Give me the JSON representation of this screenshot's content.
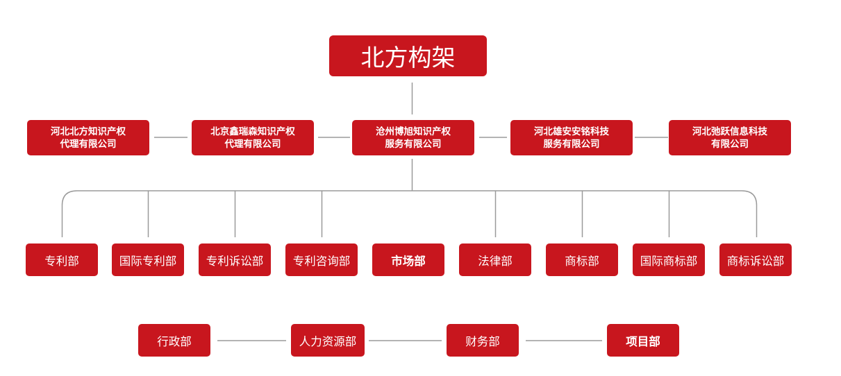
{
  "root": {
    "label": "北方构架"
  },
  "companies": [
    {
      "label": "河北北方知识产权\n代理有限公司"
    },
    {
      "label": "北京鑫瑞森知识产权\n代理有限公司"
    },
    {
      "label": "沧州博旭知识产权\n服务有限公司"
    },
    {
      "label": "河北雄安安铭科技\n服务有限公司"
    },
    {
      "label": "河北弛跃信息科技\n有限公司"
    }
  ],
  "departments": [
    {
      "label": "专利部"
    },
    {
      "label": "国际专利部"
    },
    {
      "label": "专利诉讼部"
    },
    {
      "label": "专利咨询部"
    },
    {
      "label": "市场部"
    },
    {
      "label": "法律部"
    },
    {
      "label": "商标部"
    },
    {
      "label": "国际商标部"
    },
    {
      "label": "商标诉讼部"
    }
  ],
  "support_departments": [
    {
      "label": "行政部"
    },
    {
      "label": "人力资源部"
    },
    {
      "label": "财务部"
    },
    {
      "label": "项目部"
    }
  ],
  "colors": {
    "node_fill": "#c8161e",
    "node_text": "#ffffff",
    "connector": "#9a9a9a"
  }
}
